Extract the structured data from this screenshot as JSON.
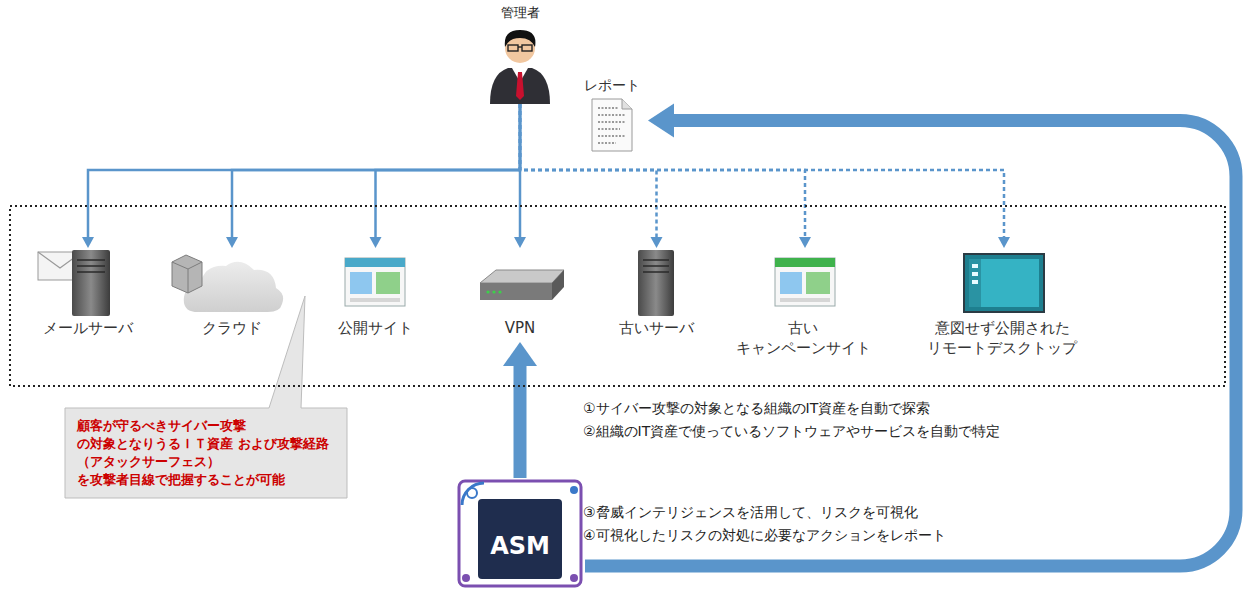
{
  "diagram": {
    "nodes": [
      {
        "text": [
          "管理者"
        ]
      },
      {
        "text": [
          "レポート"
        ]
      },
      {
        "text": [
          "メールサーバ"
        ]
      },
      {
        "text": [
          "クラウド"
        ]
      },
      {
        "text": [
          "公開サイト"
        ]
      },
      {
        "text": [
          "VPN"
        ]
      },
      {
        "text": [
          "古いサーバ"
        ]
      },
      {
        "text": [
          "古い キャンペーンサイト"
        ]
      },
      {
        "text": [
          "意図せず公開された リモートデスクトップ"
        ]
      },
      {
        "text": [
          "顧客が守るべきサイバー攻撃 の対象となりうるＩＴ資産 および攻撃経路（アタックサーフェス） を攻撃者目線で把握することが可能"
        ]
      },
      {
        "text": [
          "ASM"
        ]
      }
    ],
    "edges": [
      {
        "from": 0,
        "to": 2,
        "arrow": "to"
      },
      {
        "from": 0,
        "to": 3,
        "arrow": "to"
      },
      {
        "from": 0,
        "to": 4,
        "arrow": "to"
      },
      {
        "from": 0,
        "to": 5,
        "arrow": "to"
      },
      {
        "from": 0,
        "to": 6,
        "arrow": "to"
      },
      {
        "from": 0,
        "to": 7,
        "arrow": "to"
      },
      {
        "from": 0,
        "to": 8,
        "arrow": "to"
      },
      {
        "from": 10,
        "to": 5,
        "arrow": "to"
      },
      {
        "from": 10,
        "to": 1,
        "arrow": "to"
      }
    ],
    "labels": [
      "①サイバー攻撃の対象となる組織のIT資産を自動で探索",
      "②組織のIT資産で使っているソフトウェアやサービスを自動で特定",
      "③脅威インテリジェンスを活用して、リスクを可視化",
      "④可視化したリスクの対処に必要なアクションをレポート"
    ]
  }
}
